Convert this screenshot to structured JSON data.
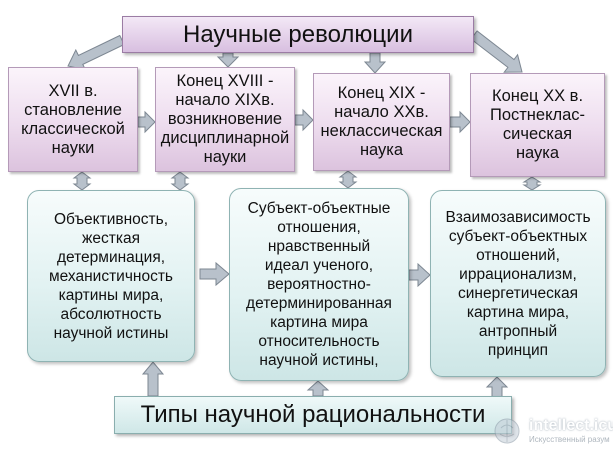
{
  "title": "Научные революции",
  "eras": [
    {
      "label": "XVII в.\nстановление\nклассической\nнауки"
    },
    {
      "label": "Конец XVIII -\nначало XIXв.\nвозникновение\nдисциплинарной\nнауки"
    },
    {
      "label": "Конец XIX -\nначало XXв.\nнеклассическая\nнаука"
    },
    {
      "label": "Конец XX в.\nПостнеклас-\nсическая\nнаука"
    }
  ],
  "types": [
    {
      "label": "Объективность,\nжесткая\nдетерминация,\nмеханистичность\nкартины мира,\nабсолютность\nнаучной истины"
    },
    {
      "label": "Субъект-объектные\nотношения,\nнравственный\nидеал ученого,\nвероятностно-\nдетерминированная\nкартина мира\nотносительность\nнаучной истины,"
    },
    {
      "label": "Взаимозависимость\nсубъект-объектных\nотношений,\nиррационализм,\nсинергетическая\nкартина мира,\nантропный\nпринцип"
    }
  ],
  "footer": "Типы научной рациональности",
  "watermark": {
    "line1": "intellect.icu",
    "line2": "Искусственный разум"
  },
  "colors": {
    "arrow_fill": "#b8c1cb",
    "arrow_stroke": "#7d8792"
  }
}
